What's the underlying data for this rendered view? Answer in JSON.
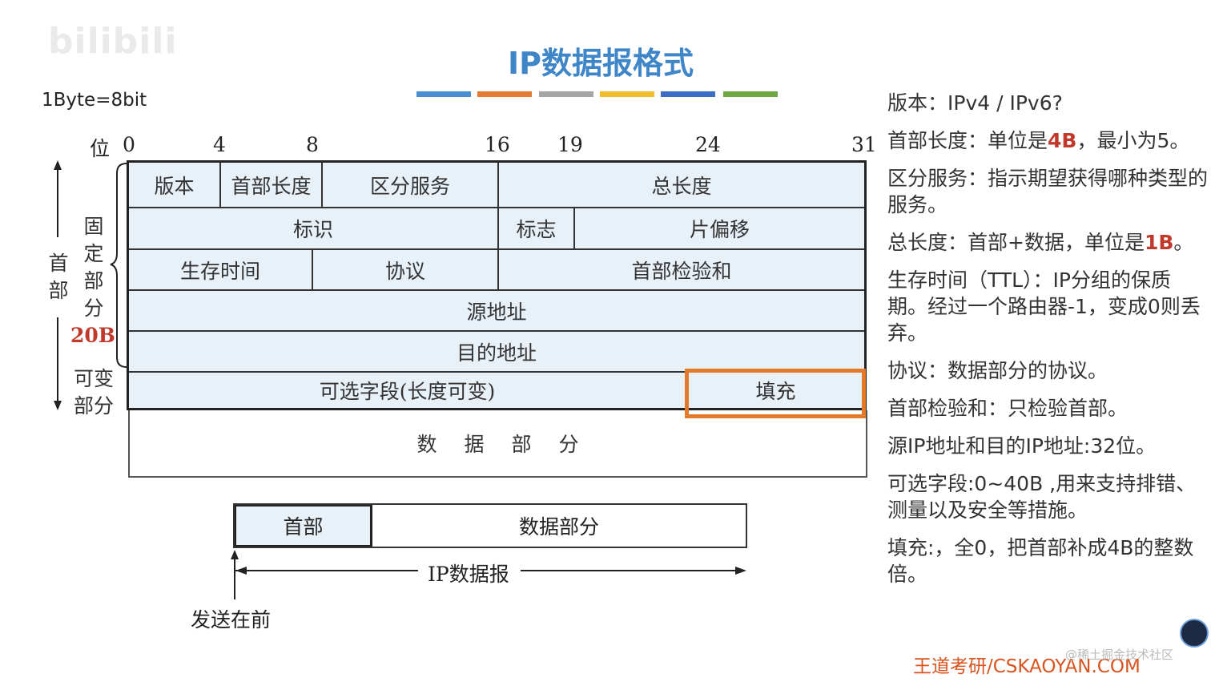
{
  "watermark_logo": "bilibili",
  "title": "IP数据报格式",
  "color_bars": [
    "#4a8fd0",
    "#e37b34",
    "#a5a5a5",
    "#f2bd2c",
    "#3b6ec4",
    "#72a843"
  ],
  "byte_note": "1Byte=8bit",
  "bit_label": "位",
  "bit_positions": [
    "0",
    "4",
    "8",
    "16",
    "19",
    "24",
    "31"
  ],
  "fields": {
    "version": "版本",
    "header_length": "首部长度",
    "diff_service": "区分服务",
    "total_length": "总长度",
    "identification": "标识",
    "flags": "标志",
    "fragment_offset": "片偏移",
    "ttl": "生存时间",
    "protocol": "协议",
    "checksum": "首部检验和",
    "source_addr": "源地址",
    "dest_addr": "目的地址",
    "options": "可选字段(长度可变)",
    "padding": "填充",
    "data": "数据部分"
  },
  "side": {
    "header": "首部",
    "fixed_part": "固定部分",
    "size": "20B",
    "variable_part": "可变部分"
  },
  "packet": {
    "header": "首部",
    "data": "数据部分",
    "datagram": "IP数据报",
    "send_first": "发送在前"
  },
  "notes": {
    "version": "版本：IPv4 / IPv6?",
    "header_length_a": "首部长度：单位是",
    "header_length_b": "4B",
    "header_length_c": "，最小为5。",
    "diff_service": "区分服务：指示期望获得哪种类型的服务。",
    "total_length_a": "总长度：首部+数据，单位是",
    "total_length_b": "1B",
    "total_length_c": "。",
    "ttl": "生存时间（TTL）：IP分组的保质期。经过一个路由器-1，变成0则丢弃。",
    "protocol": "协议：数据部分的协议。",
    "checksum": "首部检验和：只检验首部。",
    "addresses": "源IP地址和目的IP地址:32位。",
    "options": "可选字段:0~40B ,用来支持排错、测量以及安全等措施。",
    "padding": "填充:，全0，把首部补成4B的整数倍。"
  },
  "footer": "王道考研/CSKAOYAN.COM",
  "footer_watermark": "@稀土掘金技术社区"
}
